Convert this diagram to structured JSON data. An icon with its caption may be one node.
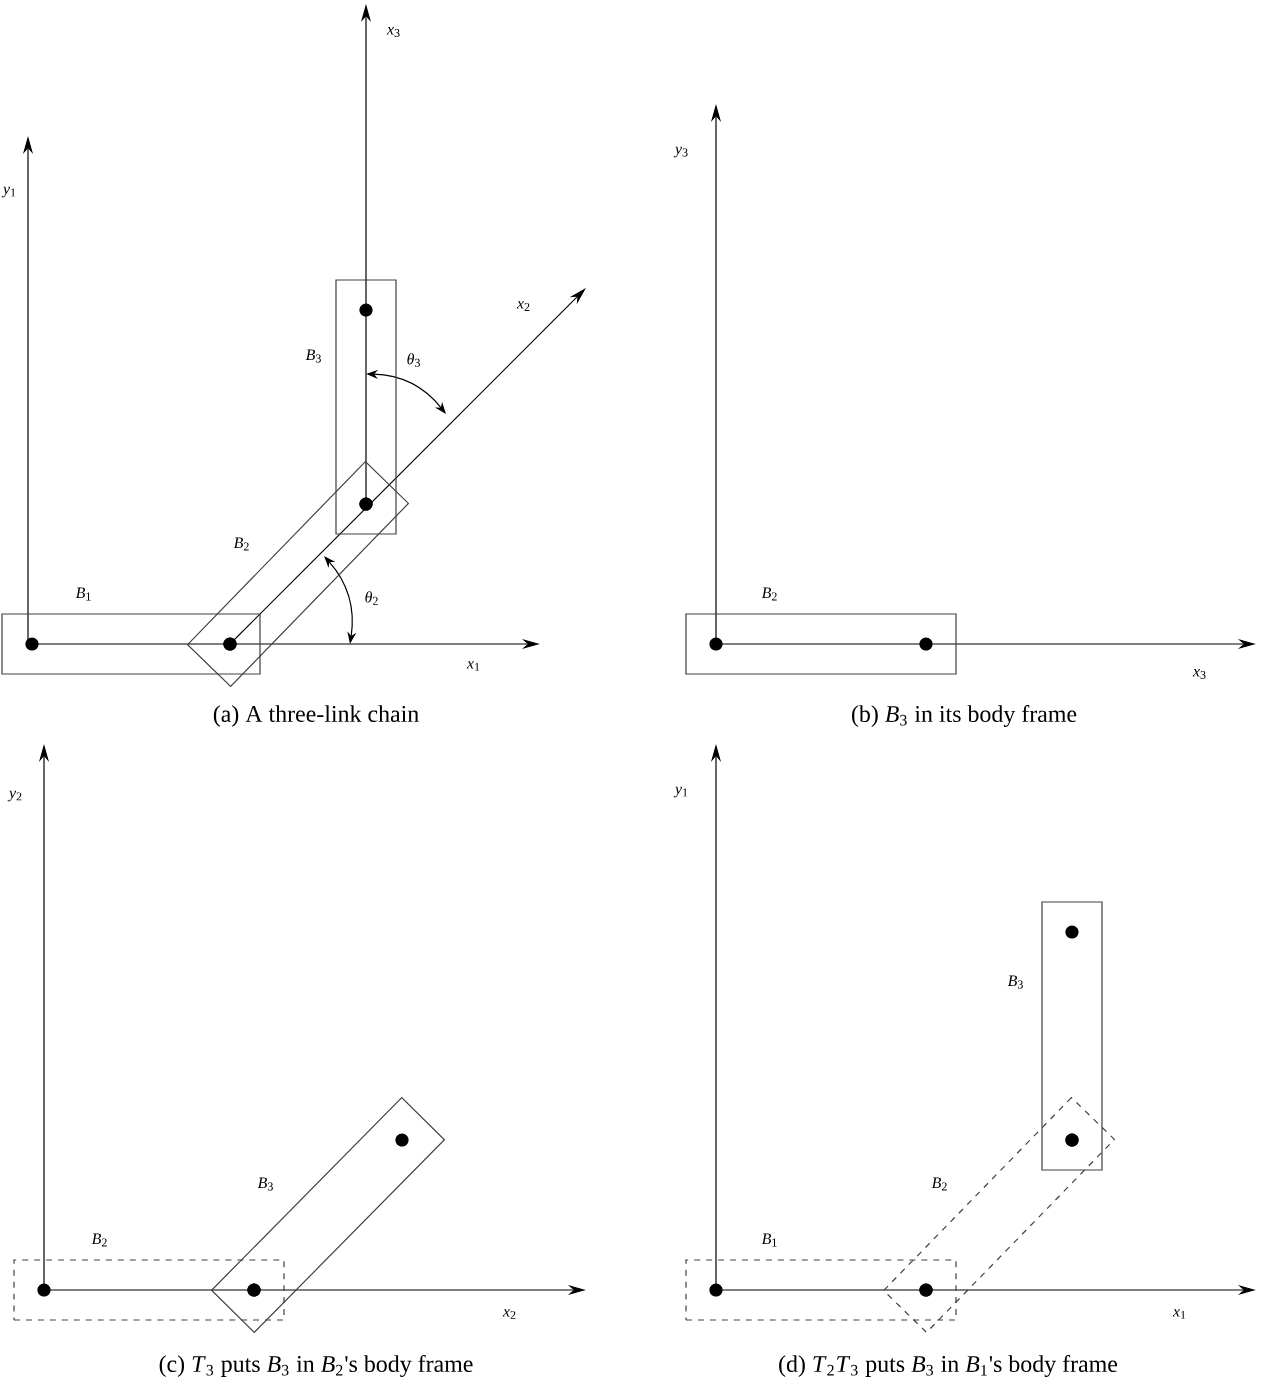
{
  "diagram": {
    "nodes": [
      {
        "text": [
          "*B*$_{1}$"
        ]
      },
      {
        "text": [
          "*B*$_{2}$"
        ]
      },
      {
        "text": [
          "*B*$_{3}$"
        ]
      },
      {
        "text": [
          "*B*$_{2}$"
        ]
      },
      {
        "text": [
          "*B*$_{2}$"
        ]
      },
      {
        "text": [
          "*B*$_{3}$"
        ]
      },
      {
        "text": [
          "*B*$_{1}$"
        ]
      },
      {
        "text": [
          "*B*$_{2}$"
        ]
      },
      {
        "text": [
          "*B*$_{3}$"
        ]
      }
    ],
    "labels": [
      "*x*$_{3}$",
      "*y*$_{1}$",
      "*x*$_{2}$",
      "*θ*$_{3}$",
      "*θ*$_{2}$",
      "*x*$_{1}$",
      "(a) A three-link chain",
      "*y*$_{3}$",
      "*x*$_{3}$",
      "(b) *B*$_{3}$ in its body frame",
      "*y*$_{2}$",
      "*x*$_{2}$",
      "(c) *T*$_{3}$ puts *B*$_{3}$ in *B*$_{2}$'s body frame",
      "*y*$_{1}$",
      "*x*$_{1}$",
      "(d) *T*$_{2}$*T*$_{3}$ puts *B*$_{3}$ in *B*$_{1}$'s body frame"
    ]
  }
}
